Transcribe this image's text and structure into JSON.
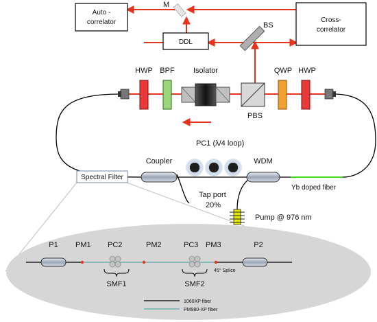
{
  "labels": {
    "auto_correlator": [
      "Auto -",
      "correlator"
    ],
    "cross_correlator": [
      "Cross-",
      "correlator"
    ],
    "mirror": "M",
    "ddl": "DDL",
    "bs": "BS",
    "hwp_left": "HWP",
    "bpf": "BPF",
    "isolator": "Isolator",
    "qwp": "QWP",
    "hwp_right": "HWP",
    "pbs": "PBS",
    "pc1": "PC1 (λ/4 loop)",
    "coupler": "Coupler",
    "wdm": "WDM",
    "spectral_filter": "Spectral Filter",
    "tap_port": [
      "Tap port",
      "20%"
    ],
    "yb_fiber": "Yb doped fiber",
    "pump": "Pump @ 976 nm",
    "p1": "P1",
    "pm1": "PM1",
    "pc2": "PC2",
    "pm2": "PM2",
    "pc3": "PC3",
    "pm3": "PM3",
    "p2": "P2",
    "splice": "45° Splice",
    "smf1": "SMF1",
    "smf2": "SMF2",
    "legend_1080xp": "1060XP fiber",
    "legend_pm980": "PM980-XP fiber"
  },
  "colors": {
    "beam": "#e8321e",
    "fiber_black": "#000000",
    "fiber_pm": "#5aa8b0",
    "yb_fiber": "#44dd22",
    "hwp": "#e83a3a",
    "bpf": "#9ad67a",
    "qwp": "#f0a030",
    "pump": "#e6e600",
    "ellipse_fill": "#c8c8c8"
  }
}
